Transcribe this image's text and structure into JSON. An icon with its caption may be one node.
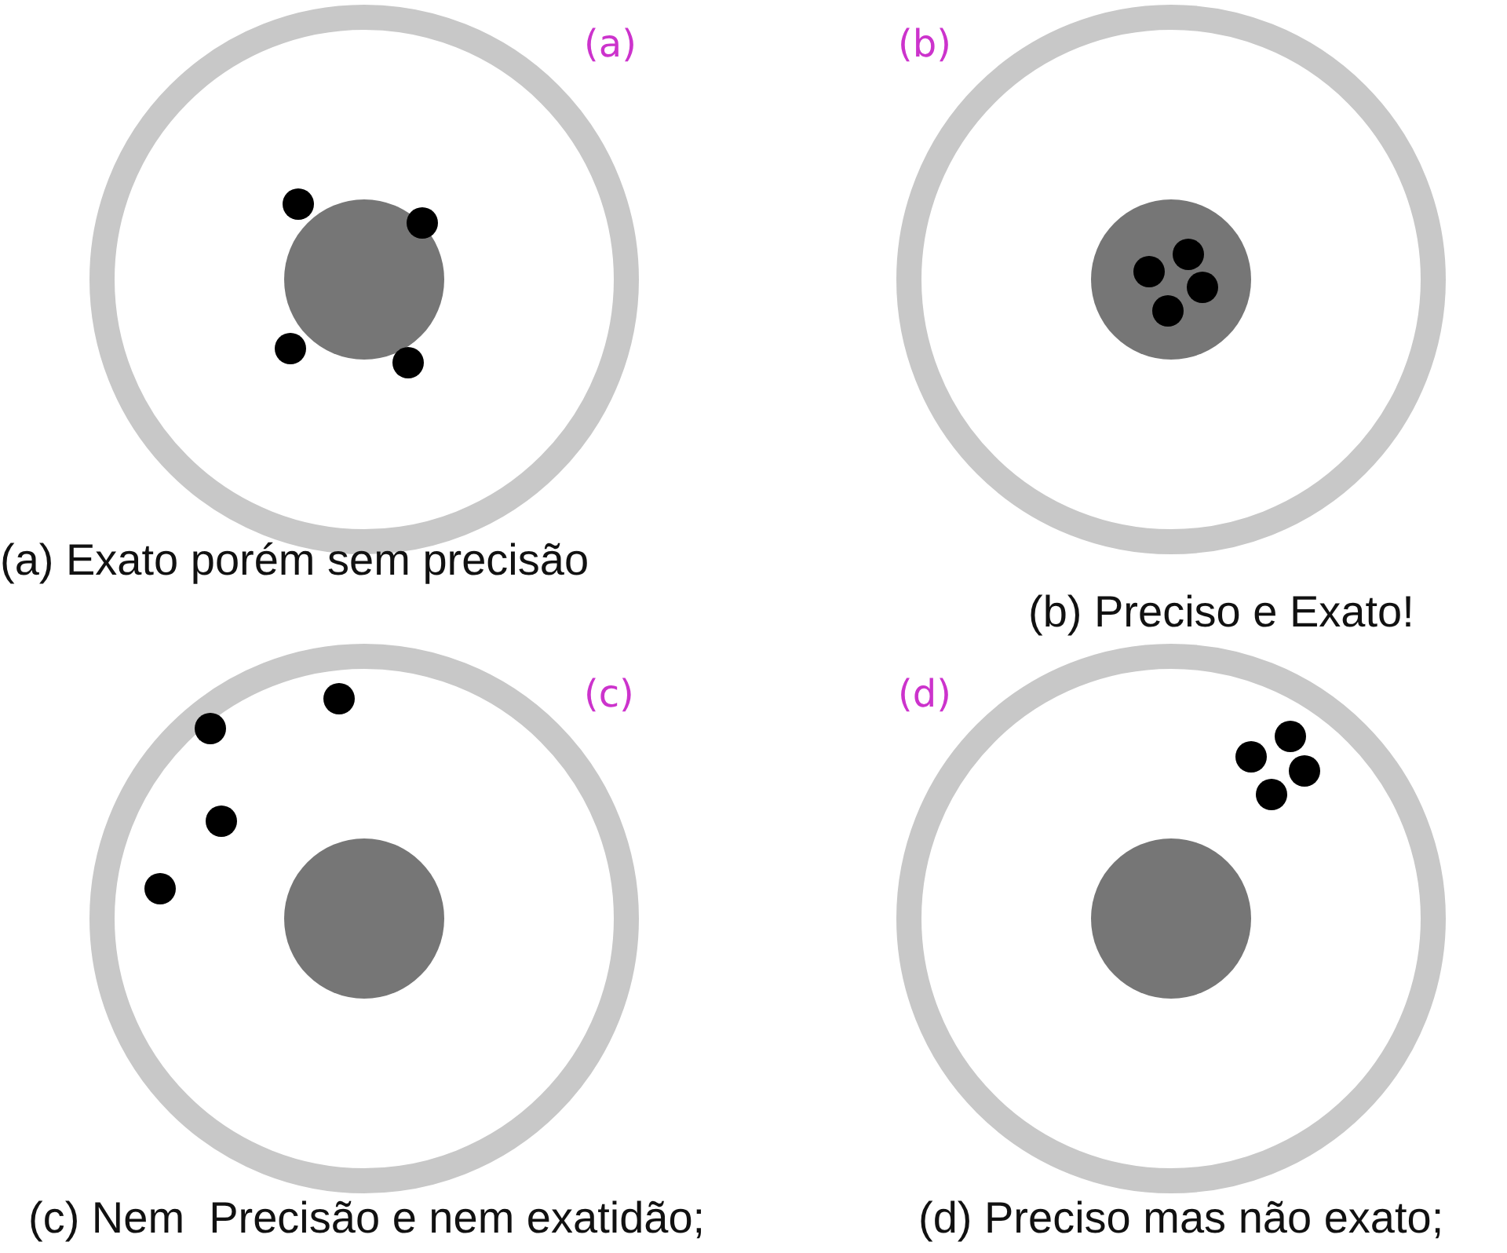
{
  "diagram": {
    "labels": [
      "(a)",
      "(b)",
      "(a) Exato porém sem precisão",
      "(b) Preciso e Exato!",
      "(c)",
      "(d)",
      "(c) Nem  Precisão e nem exatidão;",
      "(d) Preciso mas não exato;"
    ]
  }
}
